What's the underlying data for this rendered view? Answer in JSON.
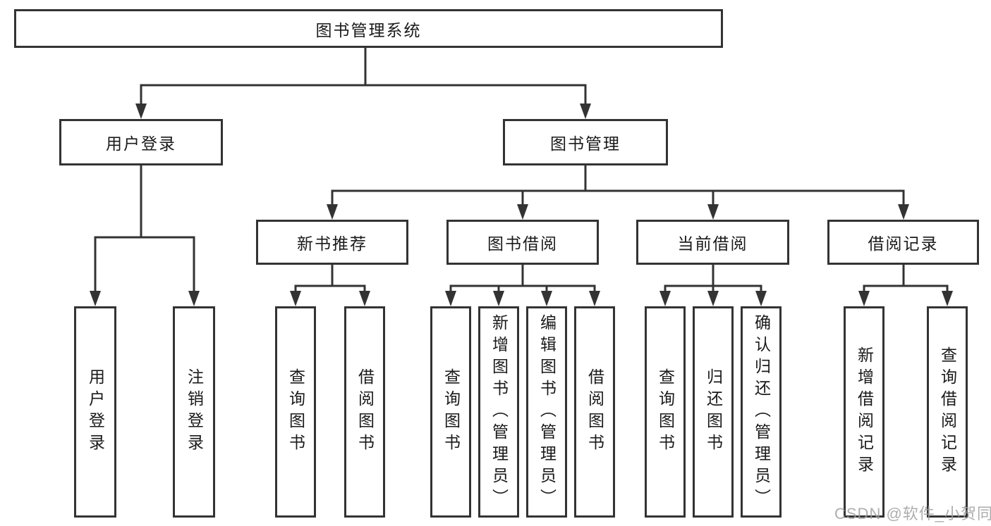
{
  "tree": {
    "root": "图书管理系统",
    "children": [
      {
        "label": "用户登录",
        "children": [
          "用户登录",
          "注销登录"
        ]
      },
      {
        "label": "图书管理",
        "children": [
          {
            "label": "新书推荐",
            "children": [
              "查询图书",
              "借阅图书"
            ]
          },
          {
            "label": "图书借阅",
            "children": [
              "查询图书",
              "新增图书（管理员）",
              "编辑图书（管理员）",
              "借阅图书"
            ]
          },
          {
            "label": "当前借阅",
            "children": [
              "查询图书",
              "归还图书",
              "确认归还（管理员）"
            ]
          },
          {
            "label": "借阅记录",
            "children": [
              "新增借阅记录",
              "查询借阅记录"
            ]
          }
        ]
      }
    ]
  },
  "watermark": "CSDN @软件_小贺同学",
  "colors": {
    "line": "#333333",
    "text": "#1a1a1a",
    "background": "#ffffff",
    "watermark": "#a0a0a0"
  }
}
